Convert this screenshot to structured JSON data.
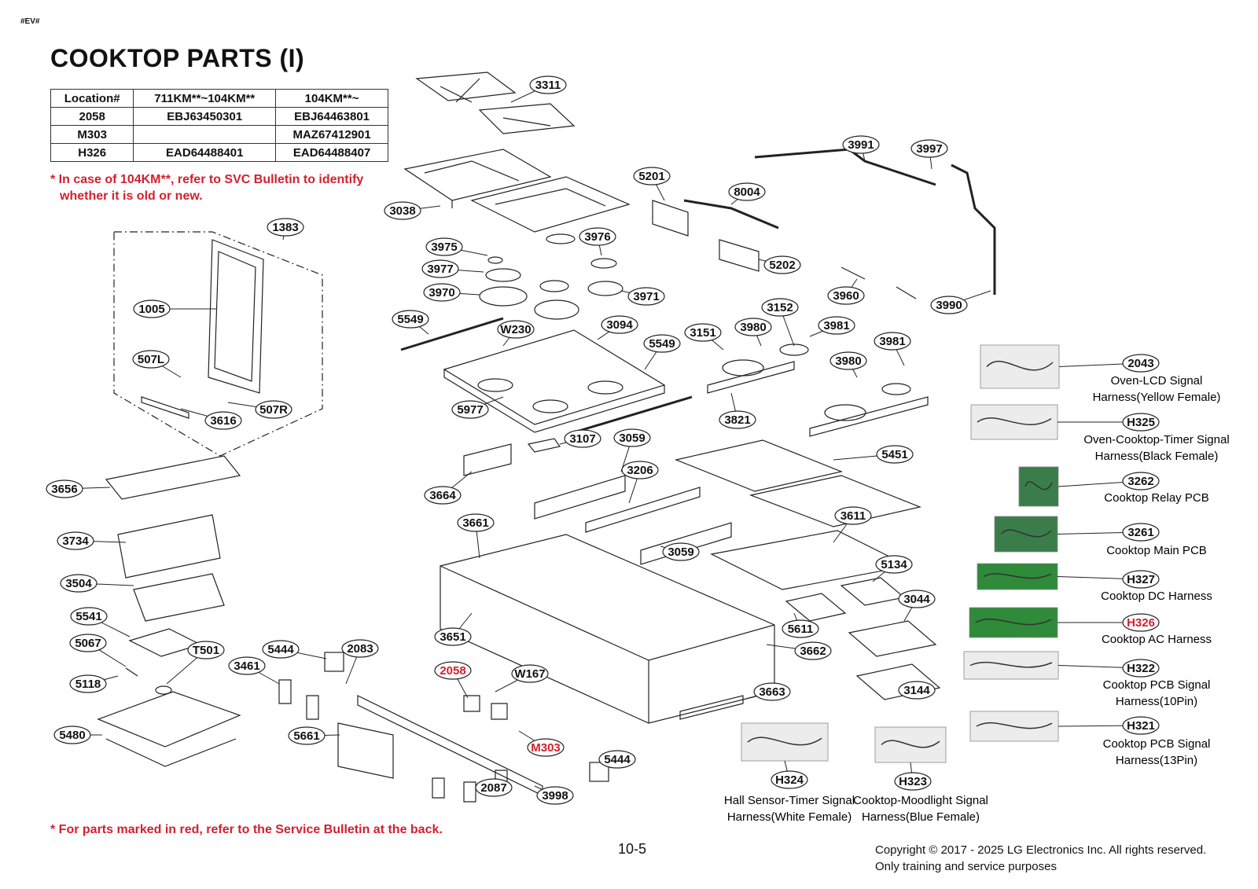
{
  "header": {
    "tag": "#EV#",
    "title": "COOKTOP PARTS (I)"
  },
  "location_table": {
    "headers": [
      "Location#",
      "711KM**~104KM**",
      "104KM**~"
    ],
    "rows": [
      [
        "2058",
        "EBJ63450301",
        "EBJ64463801"
      ],
      [
        "M303",
        "",
        "MAZ67412901"
      ],
      [
        "H326",
        "EAD64488401",
        "EAD64488407"
      ]
    ]
  },
  "notes": {
    "top_line1": "* In case of 104KM**, refer to SVC Bulletin to identify",
    "top_line2": "whether it is old or new.",
    "bottom": "* For parts marked in red, refer to the Service Bulletin at the back."
  },
  "footer": {
    "page_number": "10-5",
    "copyright": "Copyright © 2017 - 2025 LG Electronics Inc. All rights reserved.",
    "usage": "Only training and service purposes"
  },
  "colors": {
    "accent_red": "#d3202e",
    "line": "#222222",
    "thumb_green": "#2f8a3a"
  },
  "callouts": [
    "3311",
    "3038",
    "1383",
    "1005",
    "507L",
    "507R",
    "3616",
    "3975",
    "3976",
    "3977",
    "3970",
    "3971",
    "5549",
    "W230",
    "3094",
    "5549",
    "5977",
    "5201",
    "8004",
    "5202",
    "3991",
    "3997",
    "3990",
    "3960",
    "3151",
    "3980",
    "3152",
    "3981",
    "3980",
    "3981",
    "3821",
    "5451",
    "3107",
    "3059",
    "3664",
    "3206",
    "3661",
    "3059",
    "3611",
    "5134",
    "3656",
    "3734",
    "3504",
    "5541",
    "5067",
    "5118",
    "T501",
    "5444",
    "2083",
    "3461",
    "5661",
    "5480",
    "2058",
    "W167",
    "M303",
    "5444",
    "2087",
    "3998",
    "3651",
    "3662",
    "5611",
    "3044",
    "3144",
    "3663"
  ],
  "red_callouts": [
    "2058",
    "M303"
  ],
  "harness_parts": [
    {
      "code": "2043",
      "line1": "Oven-LCD Signal",
      "line2": "Harness(Yellow Female)",
      "red": false
    },
    {
      "code": "H325",
      "line1": "Oven-Cooktop-Timer Signal",
      "line2": "Harness(Black Female)",
      "red": false
    },
    {
      "code": "3262",
      "line1": "Cooktop Relay PCB",
      "line2": "",
      "red": false
    },
    {
      "code": "3261",
      "line1": "Cooktop Main PCB",
      "line2": "",
      "red": false
    },
    {
      "code": "H327",
      "line1": "Cooktop DC Harness",
      "line2": "",
      "red": false
    },
    {
      "code": "H326",
      "line1": "Cooktop AC Harness",
      "line2": "",
      "red": true
    },
    {
      "code": "H322",
      "line1": "Cooktop PCB Signal",
      "line2": "Harness(10Pin)",
      "red": false
    },
    {
      "code": "H321",
      "line1": "Cooktop PCB Signal",
      "line2": "Harness(13Pin)",
      "red": false
    }
  ],
  "bottom_harness": [
    {
      "code": "H324",
      "line1": "Hall Sensor-Timer Signal",
      "line2": "Harness(White Female)"
    },
    {
      "code": "H323",
      "line1": "Cooktop-Moodlight Signal",
      "line2": "Harness(Blue Female)"
    }
  ]
}
